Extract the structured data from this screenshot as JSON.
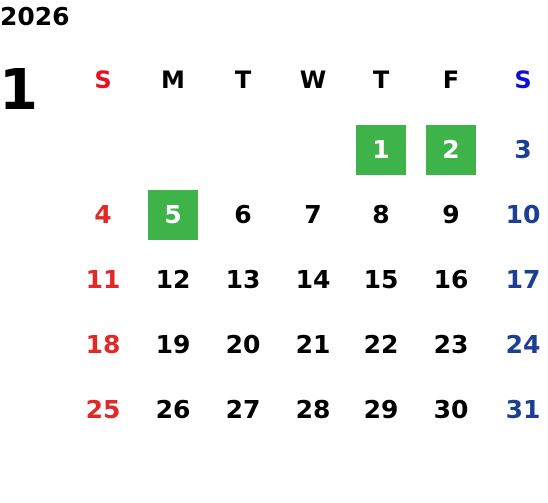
{
  "calendar": {
    "year": "2026",
    "month": "1",
    "weekdays": [
      "S",
      "M",
      "T",
      "W",
      "T",
      "F",
      "S"
    ],
    "first_weekday_index": 4,
    "days_in_month": 31,
    "highlighted_days": [
      1,
      2,
      5
    ],
    "colors": {
      "sunday": "#e02a2a",
      "saturday": "#1c3f94",
      "sunday_header": "#e8101b",
      "saturday_header": "#1010d0",
      "weekday": "#000000",
      "highlight_bg": "#3db34a",
      "highlight_text": "#ffffff"
    }
  }
}
